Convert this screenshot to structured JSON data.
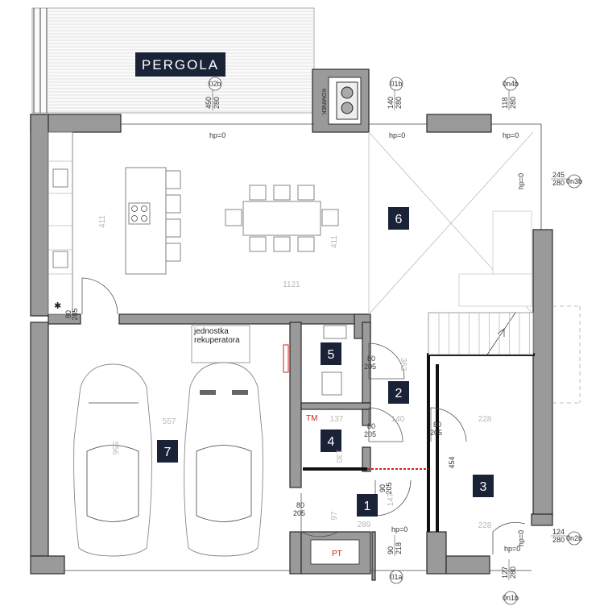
{
  "pergola_label": "PERGOLA",
  "kominek_label": "KOMINEK",
  "recuperator_label_1": "jednostka",
  "recuperator_label_2": "rekuperatora",
  "tm_label": "TM",
  "pt_label": "PT",
  "rooms": [
    {
      "id": "room-1",
      "number": "1"
    },
    {
      "id": "room-2",
      "number": "2"
    },
    {
      "id": "room-3",
      "number": "3"
    },
    {
      "id": "room-4",
      "number": "4"
    },
    {
      "id": "room-5",
      "number": "5"
    },
    {
      "id": "room-6",
      "number": "6"
    },
    {
      "id": "room-7",
      "number": "7"
    }
  ],
  "windows": [
    {
      "tag": "02b",
      "w": "450",
      "h": "280",
      "hp": "hp=0"
    },
    {
      "tag": "01b",
      "w": "140",
      "h": "280",
      "hp": "hp=0"
    },
    {
      "tag": "0n4b",
      "w": "118",
      "h": "280",
      "hp": "hp=0"
    },
    {
      "tag": "0n3b",
      "w": "245",
      "h": "280",
      "hp": "hp=0"
    },
    {
      "tag": "0n2b",
      "w": "124",
      "h": "280",
      "hp": "hp=0"
    },
    {
      "tag": "0n1b",
      "w": "127",
      "h": "280",
      "hp": "hp=0"
    },
    {
      "tag": "01a",
      "w": "90",
      "h": "218",
      "hp": "hp=0"
    }
  ],
  "doors": [
    {
      "w": "80",
      "h": "205"
    },
    {
      "w": "80",
      "h": "205"
    },
    {
      "w": "80",
      "h": "205"
    },
    {
      "w": "80",
      "h": "205"
    },
    {
      "w": "80",
      "h": "205"
    },
    {
      "w": "90",
      "h": "205"
    }
  ],
  "room_dims": {
    "living_height": "411",
    "living_height_2": "411",
    "living_width": "1121",
    "garage_width": "557",
    "car_length": "556",
    "hall_362": "362",
    "hall_137": "137",
    "hall_140": "140",
    "hall_228_top": "228",
    "hall_228_bottom": "228",
    "hall_454": "454",
    "hall_289": "289",
    "hall_147": "147",
    "hall_97": "97",
    "hall_130": "130"
  }
}
